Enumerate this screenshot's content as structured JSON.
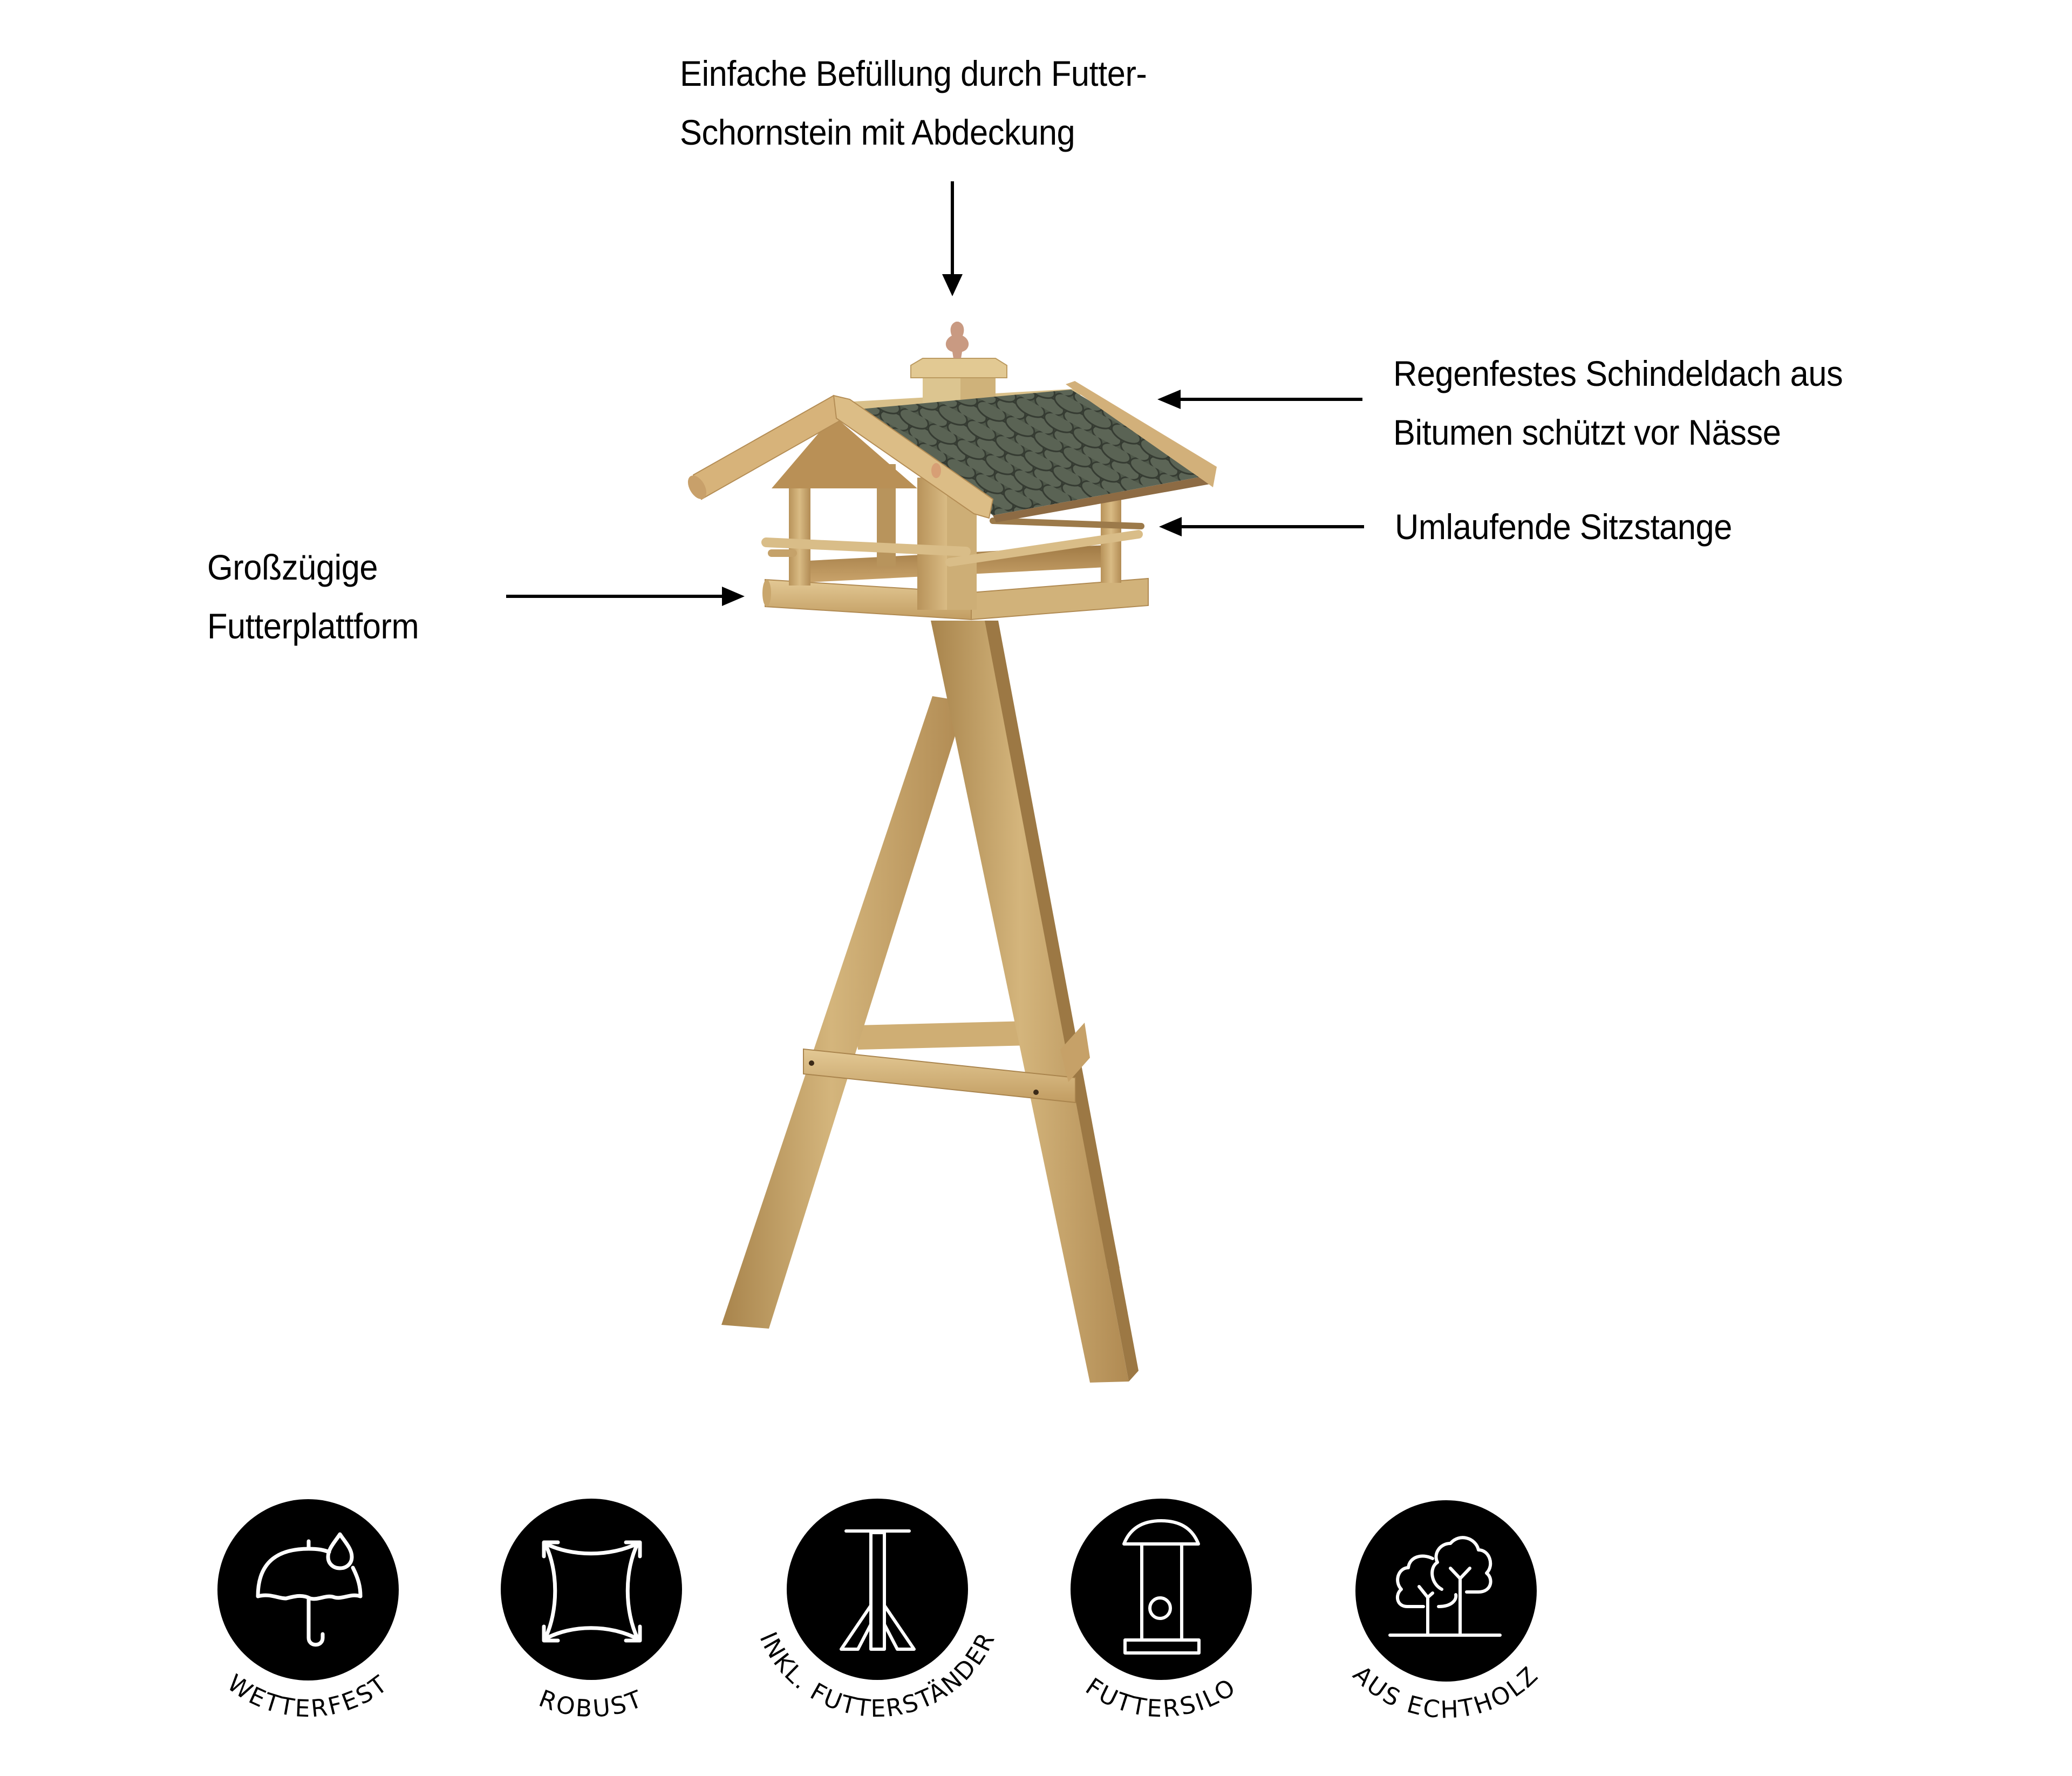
{
  "callouts": {
    "chimney": {
      "line1": "Einfache Befüllung durch Futter-",
      "line2": "Schornstein mit Abdeckung"
    },
    "roof": {
      "line1": "Regenfestes Schindeldach aus",
      "line2": "Bitumen schützt vor Nässe"
    },
    "perch": {
      "line1": "Umlaufende Sitzstange"
    },
    "platform": {
      "line1": "Großzügige",
      "line2": "Futterplattform"
    }
  },
  "product": {
    "name": "bird-feeder-with-stand",
    "colors": {
      "wood_light": "#dcc08a",
      "wood_mid": "#c9a56a",
      "wood_dark": "#8a6a3e",
      "shingle": "#535c4e",
      "shingle_dark": "#3d443a",
      "finial": "#c99a82"
    }
  },
  "features": [
    {
      "icon": "umbrella-rain-icon",
      "label": "WETTERFEST"
    },
    {
      "icon": "stretch-arrows-icon",
      "label": "ROBUST"
    },
    {
      "icon": "feeder-stand-icon",
      "label": "INKL. FUTTERSTÄNDER"
    },
    {
      "icon": "feed-silo-icon",
      "label": "FUTTERSILO"
    },
    {
      "icon": "trees-icon",
      "label": "AUS ECHTHOLZ"
    }
  ],
  "colors": {
    "text": "#000000",
    "badge_fill": "#000000",
    "badge_icon": "#ffffff",
    "background": "#ffffff"
  }
}
